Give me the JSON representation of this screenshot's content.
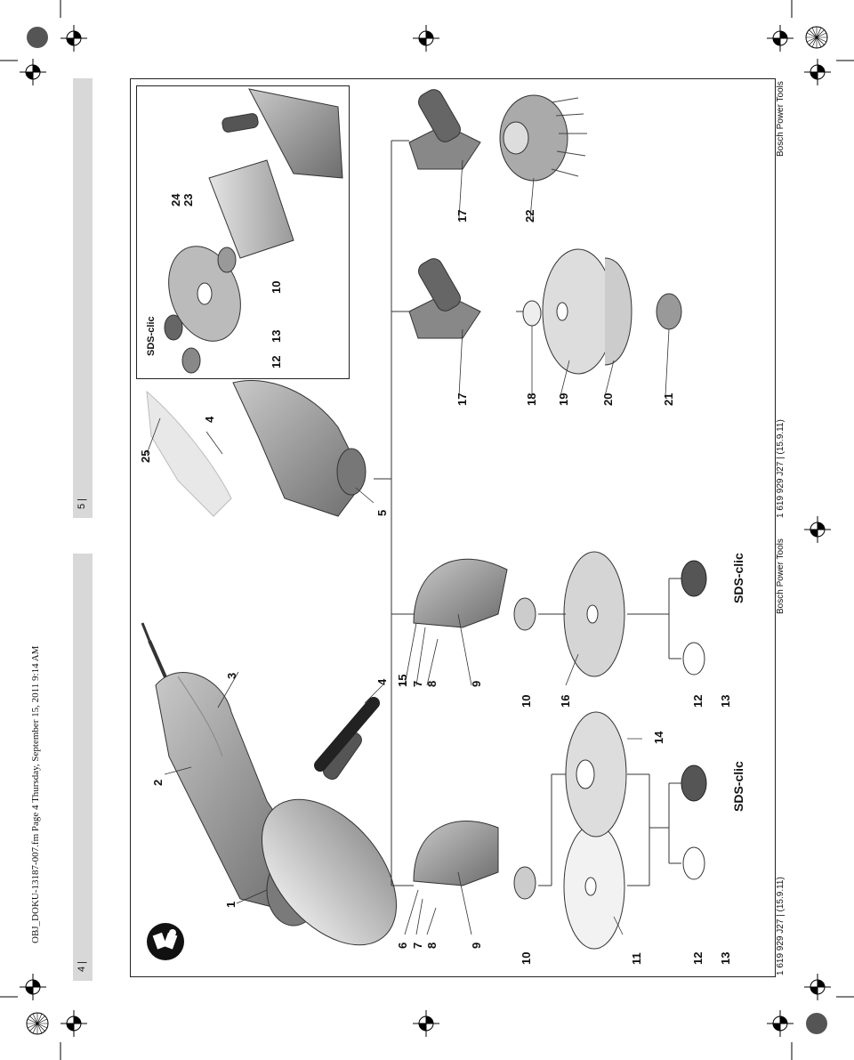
{
  "header_line": "OBJ_DOKU-13187-007.fm  Page 4  Thursday, September 15, 2011  9:14 AM",
  "page_left": "4 |",
  "page_right": "5 |",
  "footer_left_code": "1 619 929 J27 | (15.9.11)",
  "footer_left_brand": "Bosch Power Tools",
  "footer_right_code": "1 619 929 J27 | (15.9.11)",
  "footer_right_brand": "Bosch Power Tools",
  "sds_label": "SDS-clic",
  "callouts": [
    "1",
    "2",
    "3",
    "4",
    "5",
    "6",
    "7",
    "8",
    "9",
    "10",
    "11",
    "12",
    "13",
    "14",
    "15",
    "16",
    "17",
    "18",
    "19",
    "20",
    "21",
    "22",
    "23",
    "24",
    "25"
  ],
  "icons": [
    "read-manual-icon",
    "registration-mark-icon",
    "color-calibration-circle-icon"
  ]
}
